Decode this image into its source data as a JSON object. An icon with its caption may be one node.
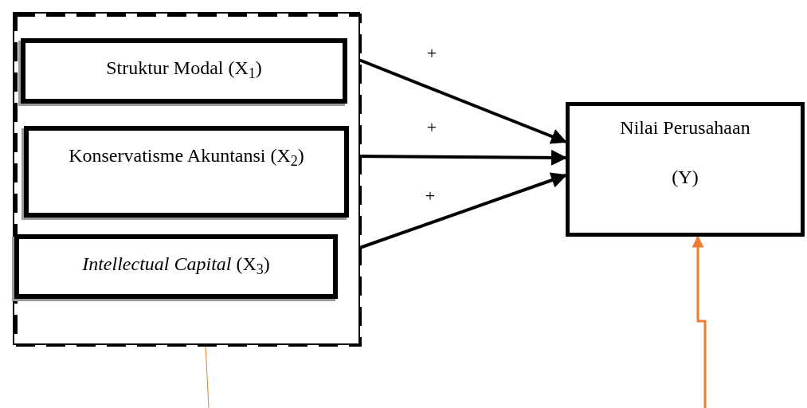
{
  "diagram": {
    "nodes": [
      {
        "text": [],
        "shape": "box"
      },
      {
        "text": [
          "Struktur Modal (X$_{1}$)"
        ],
        "in": 0
      },
      {
        "text": [
          "Konservatisme Akuntansi (X$_{2}$)"
        ],
        "in": 0
      },
      {
        "text": [
          "*Intellectual Capital*  (X$_{3}$)"
        ],
        "in": 0
      },
      {
        "text": [
          "Nilai Perusahaan",
          "(Y)"
        ]
      }
    ],
    "edges": [
      {
        "from": 1,
        "to": 4,
        "arrow": "to",
        "label": "+"
      },
      {
        "from": 2,
        "to": 4,
        "arrow": "to",
        "label": "+"
      },
      {
        "from": 3,
        "to": 4,
        "arrow": "to",
        "label": "+"
      },
      {
        "from": null,
        "to": 4,
        "arrow": "to",
        "color": "#ed7d31"
      },
      {
        "from": null,
        "to": 0,
        "arrow": "none",
        "color": "#ed7d31"
      }
    ]
  }
}
